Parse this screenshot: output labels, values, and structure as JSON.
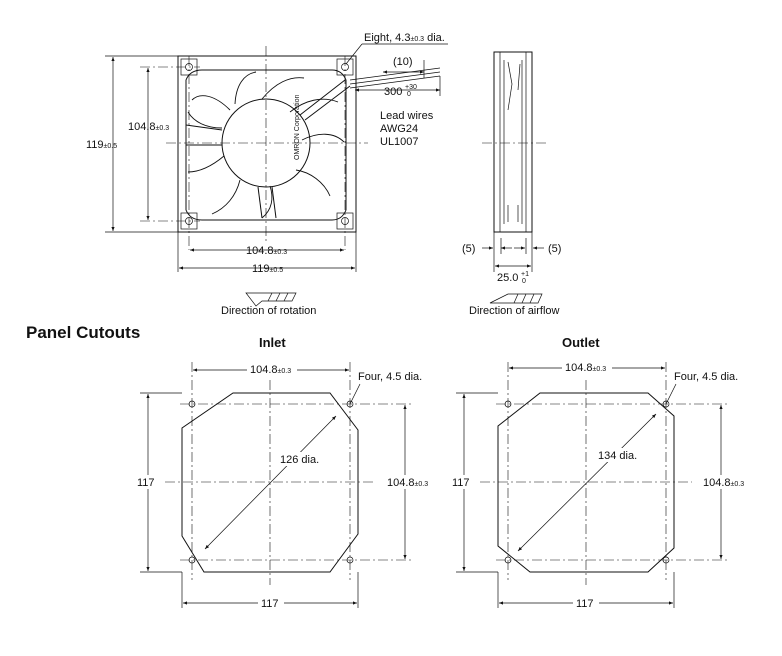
{
  "fan": {
    "holes_note": "Eight, 4.3",
    "holes_tol": "±0.3",
    "holes_unit": " dia.",
    "lead_len_paren": "(10)",
    "lead_len": "300",
    "lead_len_tol_top": "+30",
    "lead_len_tol_bot": "0",
    "lead_wires_1": "Lead wires",
    "lead_wires_2": "AWG24",
    "lead_wires_3": "UL1007",
    "hub_text": "OMRON Corporation",
    "dim_mount": "104.8",
    "dim_mount_tol": "±0.3",
    "dim_body": "119",
    "dim_body_tol": "±0.5",
    "rotation_label": "Direction of rotation"
  },
  "side": {
    "left_gap": "(5)",
    "right_gap": "(5)",
    "depth": "25.0",
    "depth_tol_top": "+1",
    "depth_tol_bot": "0",
    "airflow_label": "Direction of airflow"
  },
  "panel": {
    "title": "Panel Cutouts",
    "inlet": {
      "title": "Inlet",
      "mount": "104.8",
      "mount_tol": "±0.3",
      "holes": "Four, 4.5 dia.",
      "diameter": "126 dia.",
      "size": "117"
    },
    "outlet": {
      "title": "Outlet",
      "mount": "104.8",
      "mount_tol": "±0.3",
      "holes": "Four, 4.5 dia.",
      "diameter": "134 dia.",
      "size": "117"
    }
  }
}
